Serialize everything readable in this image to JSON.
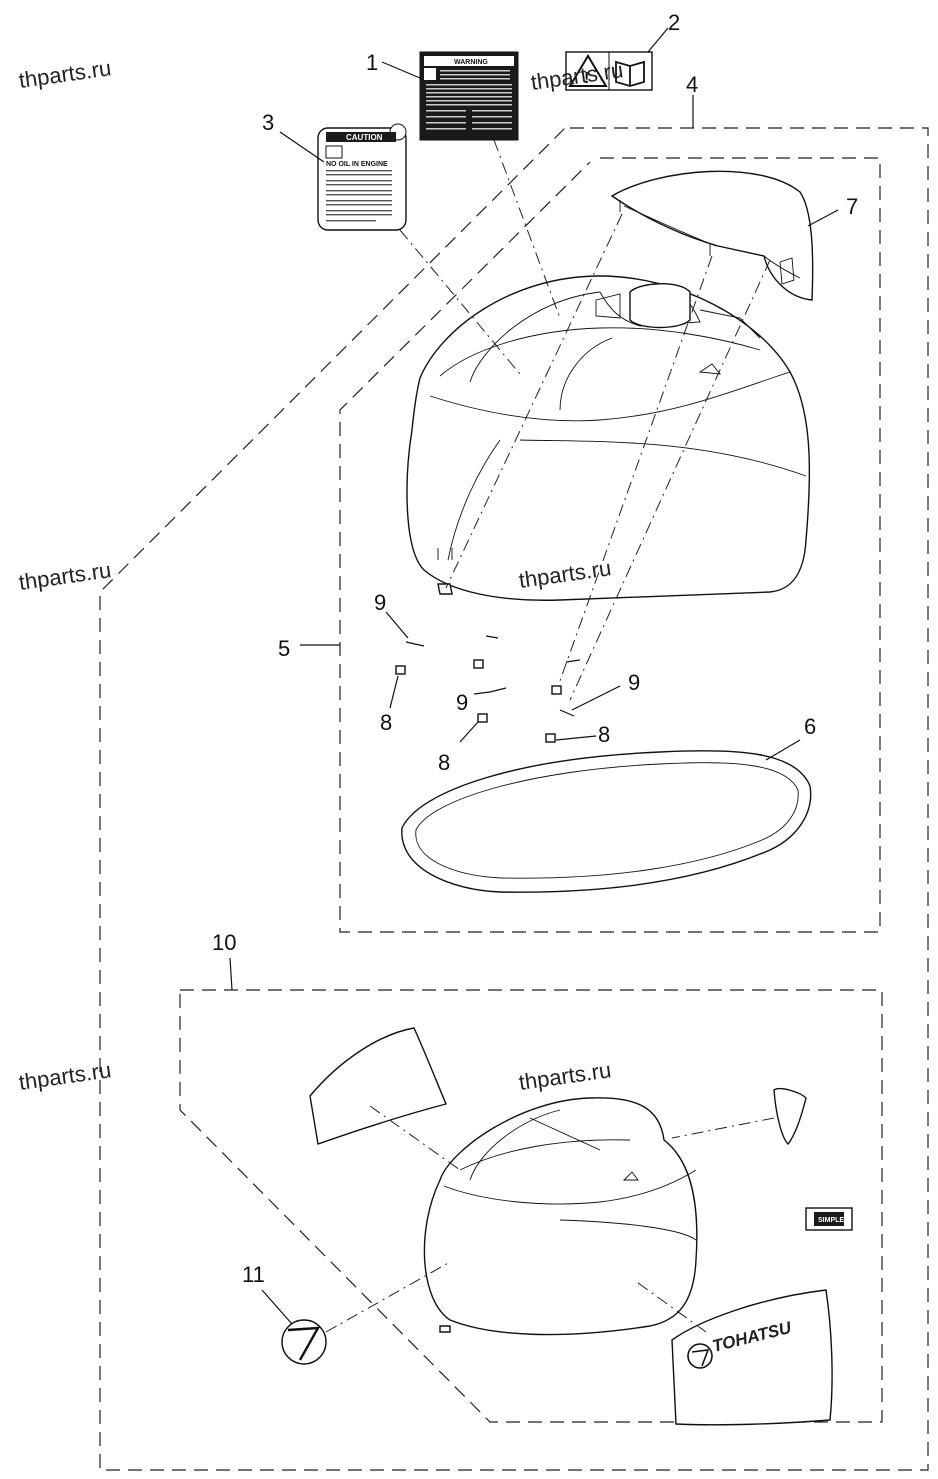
{
  "watermarks": [
    {
      "text": "thparts.ru"
    },
    {
      "text": "thparts.ru"
    },
    {
      "text": "thparts.ru"
    },
    {
      "text": "thparts.ru"
    },
    {
      "text": "thparts.ru"
    },
    {
      "text": "thparts.ru"
    }
  ],
  "callouts": [
    "1",
    "2",
    "3",
    "4",
    "5",
    "6",
    "7",
    "8",
    "8",
    "8",
    "9",
    "9",
    "9",
    "10",
    "11"
  ],
  "labels": {
    "warning_header": "WARNING",
    "caution_header": "CAUTION",
    "caution_line1": "NO OIL IN ENGINE",
    "brand_decal": "TOHATSU",
    "simple_badge": "SIMPLE"
  }
}
